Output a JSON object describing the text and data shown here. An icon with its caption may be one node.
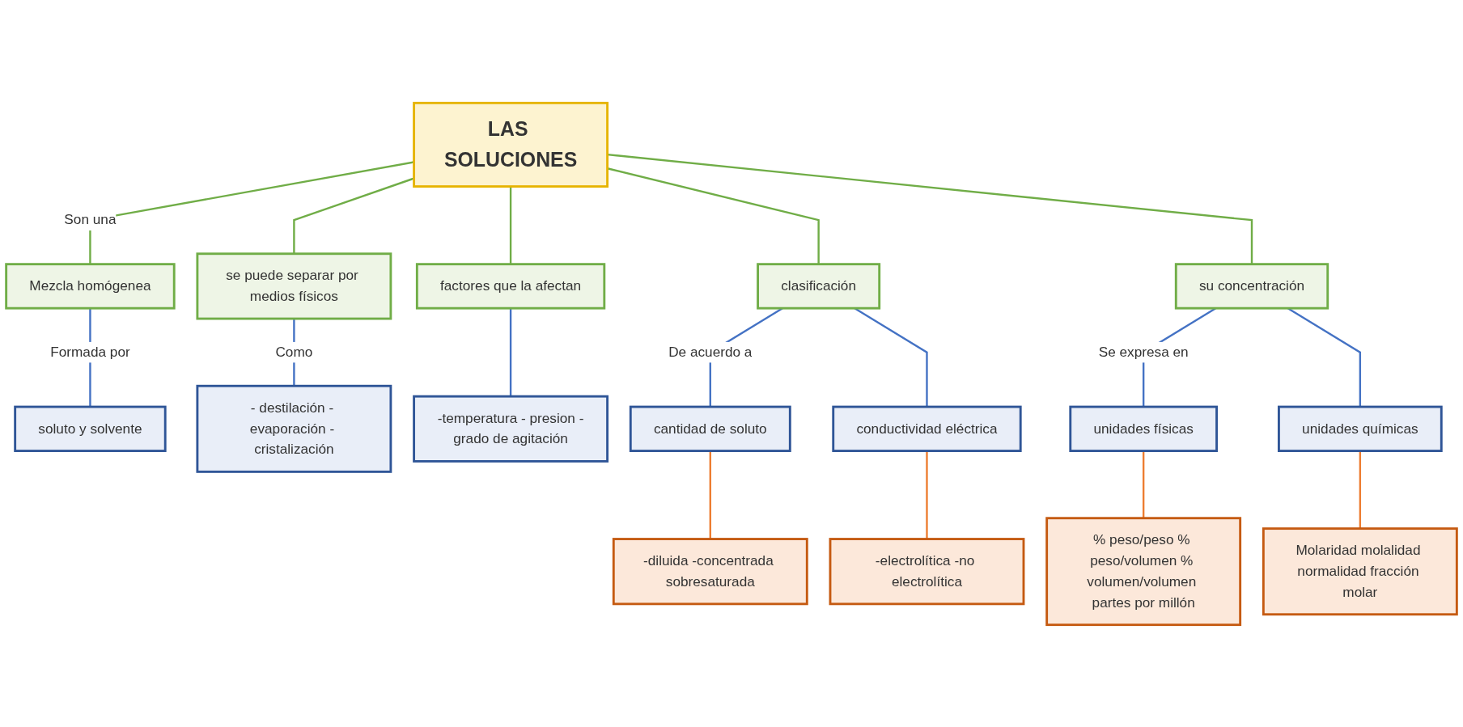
{
  "diagram": {
    "nodes": [
      {
        "text": [
          "LAS SOLUCIONES"
        ]
      },
      {
        "text": [
          "Mezcla homógenea"
        ]
      },
      {
        "text": [
          "se puede separar por medios físicos"
        ]
      },
      {
        "text": [
          "factores que la afectan"
        ]
      },
      {
        "text": [
          "clasificación"
        ]
      },
      {
        "text": [
          "su concentración"
        ]
      },
      {
        "text": [
          "soluto y solvente"
        ]
      },
      {
        "text": [
          "- destilación - evaporación - cristalización"
        ]
      },
      {
        "text": [
          "-temperatura - presion -grado de agitación"
        ]
      },
      {
        "text": [
          "cantidad de soluto"
        ]
      },
      {
        "text": [
          "conductividad eléctrica"
        ]
      },
      {
        "text": [
          "unidades físicas"
        ]
      },
      {
        "text": [
          "unidades químicas"
        ]
      },
      {
        "text": [
          "-diluida -concentrada sobresaturada"
        ]
      },
      {
        "text": [
          "-electrolítica -no electrolítica"
        ]
      },
      {
        "text": [
          "% peso/peso % peso/volumen % volumen/volumen partes por millón"
        ]
      },
      {
        "text": [
          "Molaridad molalidad normalidad fracción molar"
        ]
      }
    ],
    "edges": [
      {
        "from": 0,
        "to": 1,
        "arrow": "none",
        "label": "Son una",
        "color": "#70ad47"
      },
      {
        "from": 0,
        "to": 2,
        "arrow": "none",
        "color": "#70ad47"
      },
      {
        "from": 0,
        "to": 3,
        "arrow": "none",
        "color": "#70ad47"
      },
      {
        "from": 0,
        "to": 4,
        "arrow": "none",
        "color": "#70ad47"
      },
      {
        "from": 0,
        "to": 5,
        "arrow": "none",
        "color": "#70ad47"
      },
      {
        "from": 1,
        "to": 6,
        "arrow": "none",
        "label": "Formada por"
      },
      {
        "from": 2,
        "to": 7,
        "arrow": "none",
        "label": "Como"
      },
      {
        "from": 3,
        "to": 8,
        "arrow": "none"
      },
      {
        "from": 4,
        "to": 9,
        "arrow": "none",
        "label": "De acuerdo a"
      },
      {
        "from": 4,
        "to": 10,
        "arrow": "none"
      },
      {
        "from": 5,
        "to": 11,
        "arrow": "none",
        "label": "Se expresa en"
      },
      {
        "from": 5,
        "to": 12,
        "arrow": "none"
      },
      {
        "from": 9,
        "to": 13,
        "arrow": "none",
        "color": "#ed7d31"
      },
      {
        "from": 10,
        "to": 14,
        "arrow": "none",
        "color": "#ed7d31"
      },
      {
        "from": 11,
        "to": 15,
        "arrow": "none",
        "color": "#ed7d31"
      },
      {
        "from": 12,
        "to": 16,
        "arrow": "none",
        "color": "#ed7d31"
      }
    ]
  }
}
